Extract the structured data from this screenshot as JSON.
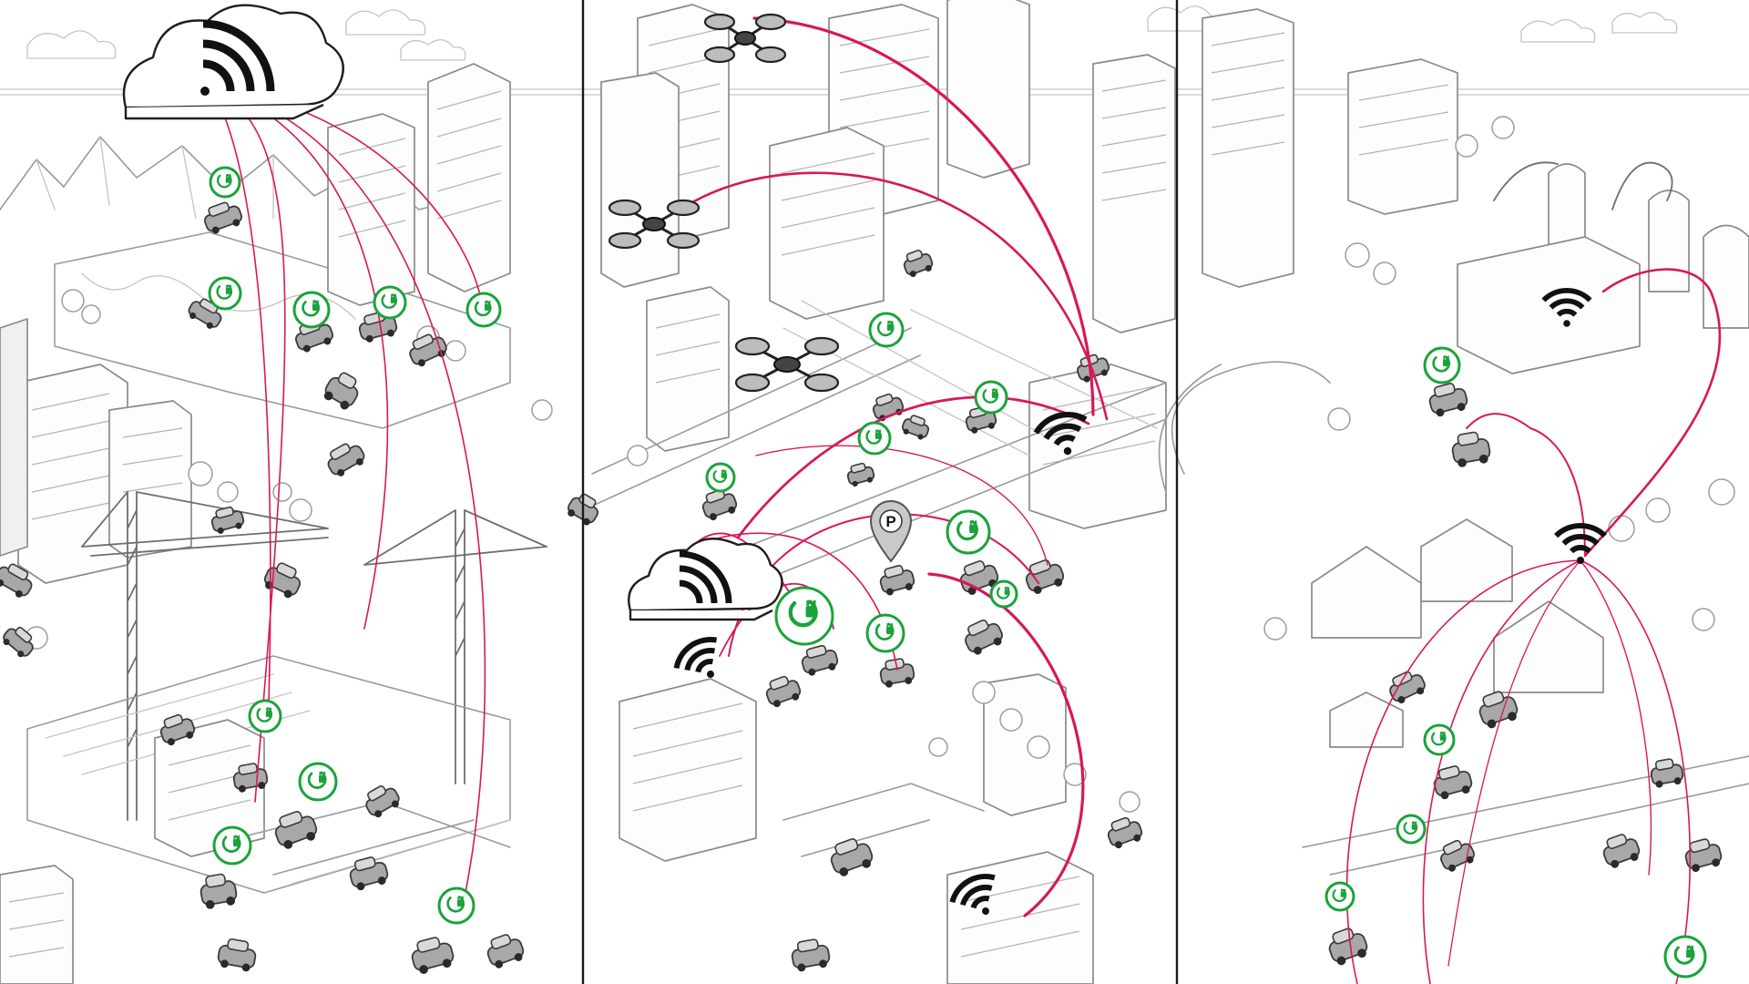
{
  "colors": {
    "connection_line": "#d8175a",
    "charging_icon": "#1aa33a",
    "icon_ink": "#111111",
    "sketch_line": "#9a9a9a",
    "panel_divider": "#1a1a1a",
    "parking_pin": "#c9c9c9"
  },
  "parking_sign": {
    "letter": "P"
  },
  "icons": {
    "cloud": "wireless-cloud-icon",
    "signal": "wireless-signal-icon",
    "charging": "ev-charging-icon",
    "drone": "drone-icon",
    "parking": "parking-pin-icon"
  },
  "panels": [
    "mountain-construction-district",
    "downtown-smart-city",
    "industrial-suburb"
  ]
}
